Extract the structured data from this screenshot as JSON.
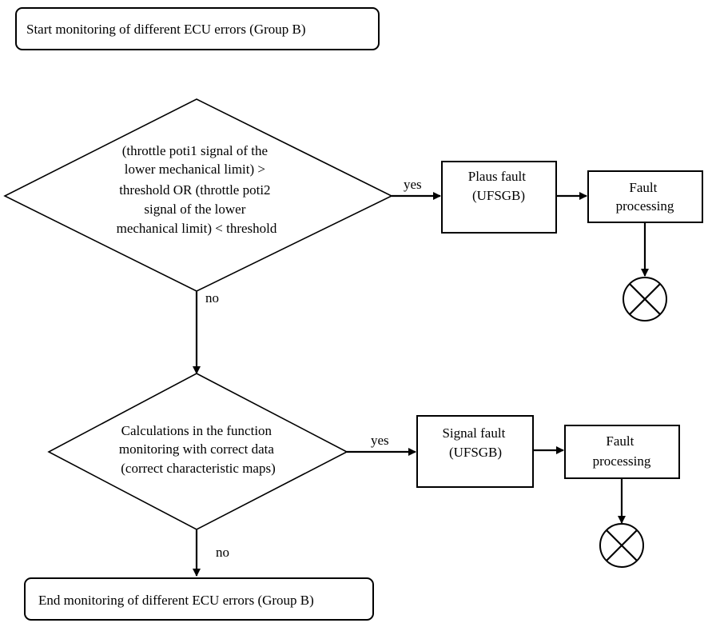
{
  "start": {
    "label": "Start monitoring of different ECU errors (Group B)"
  },
  "decision1": {
    "lines": [
      "(throttle poti1 signal of the",
      "lower mechanical limit) >",
      "threshold OR (throttle poti2",
      "signal of the lower",
      "mechanical limit) < threshold"
    ],
    "yes_label": "yes",
    "no_label": "no"
  },
  "plaus_fault": {
    "lines": [
      "Plaus fault",
      "(UFSGB)"
    ]
  },
  "fault_processing_1": {
    "lines": [
      "Fault",
      "processing"
    ]
  },
  "decision2": {
    "lines": [
      "Calculations in the function",
      "monitoring with correct data",
      "(correct characteristic maps)"
    ],
    "yes_label": "yes",
    "no_label": "no"
  },
  "signal_fault": {
    "lines": [
      "Signal fault",
      "(UFSGB)"
    ]
  },
  "fault_processing_2": {
    "lines": [
      "Fault",
      "processing"
    ]
  },
  "end": {
    "label": "End monitoring of different ECU errors (Group B)"
  }
}
